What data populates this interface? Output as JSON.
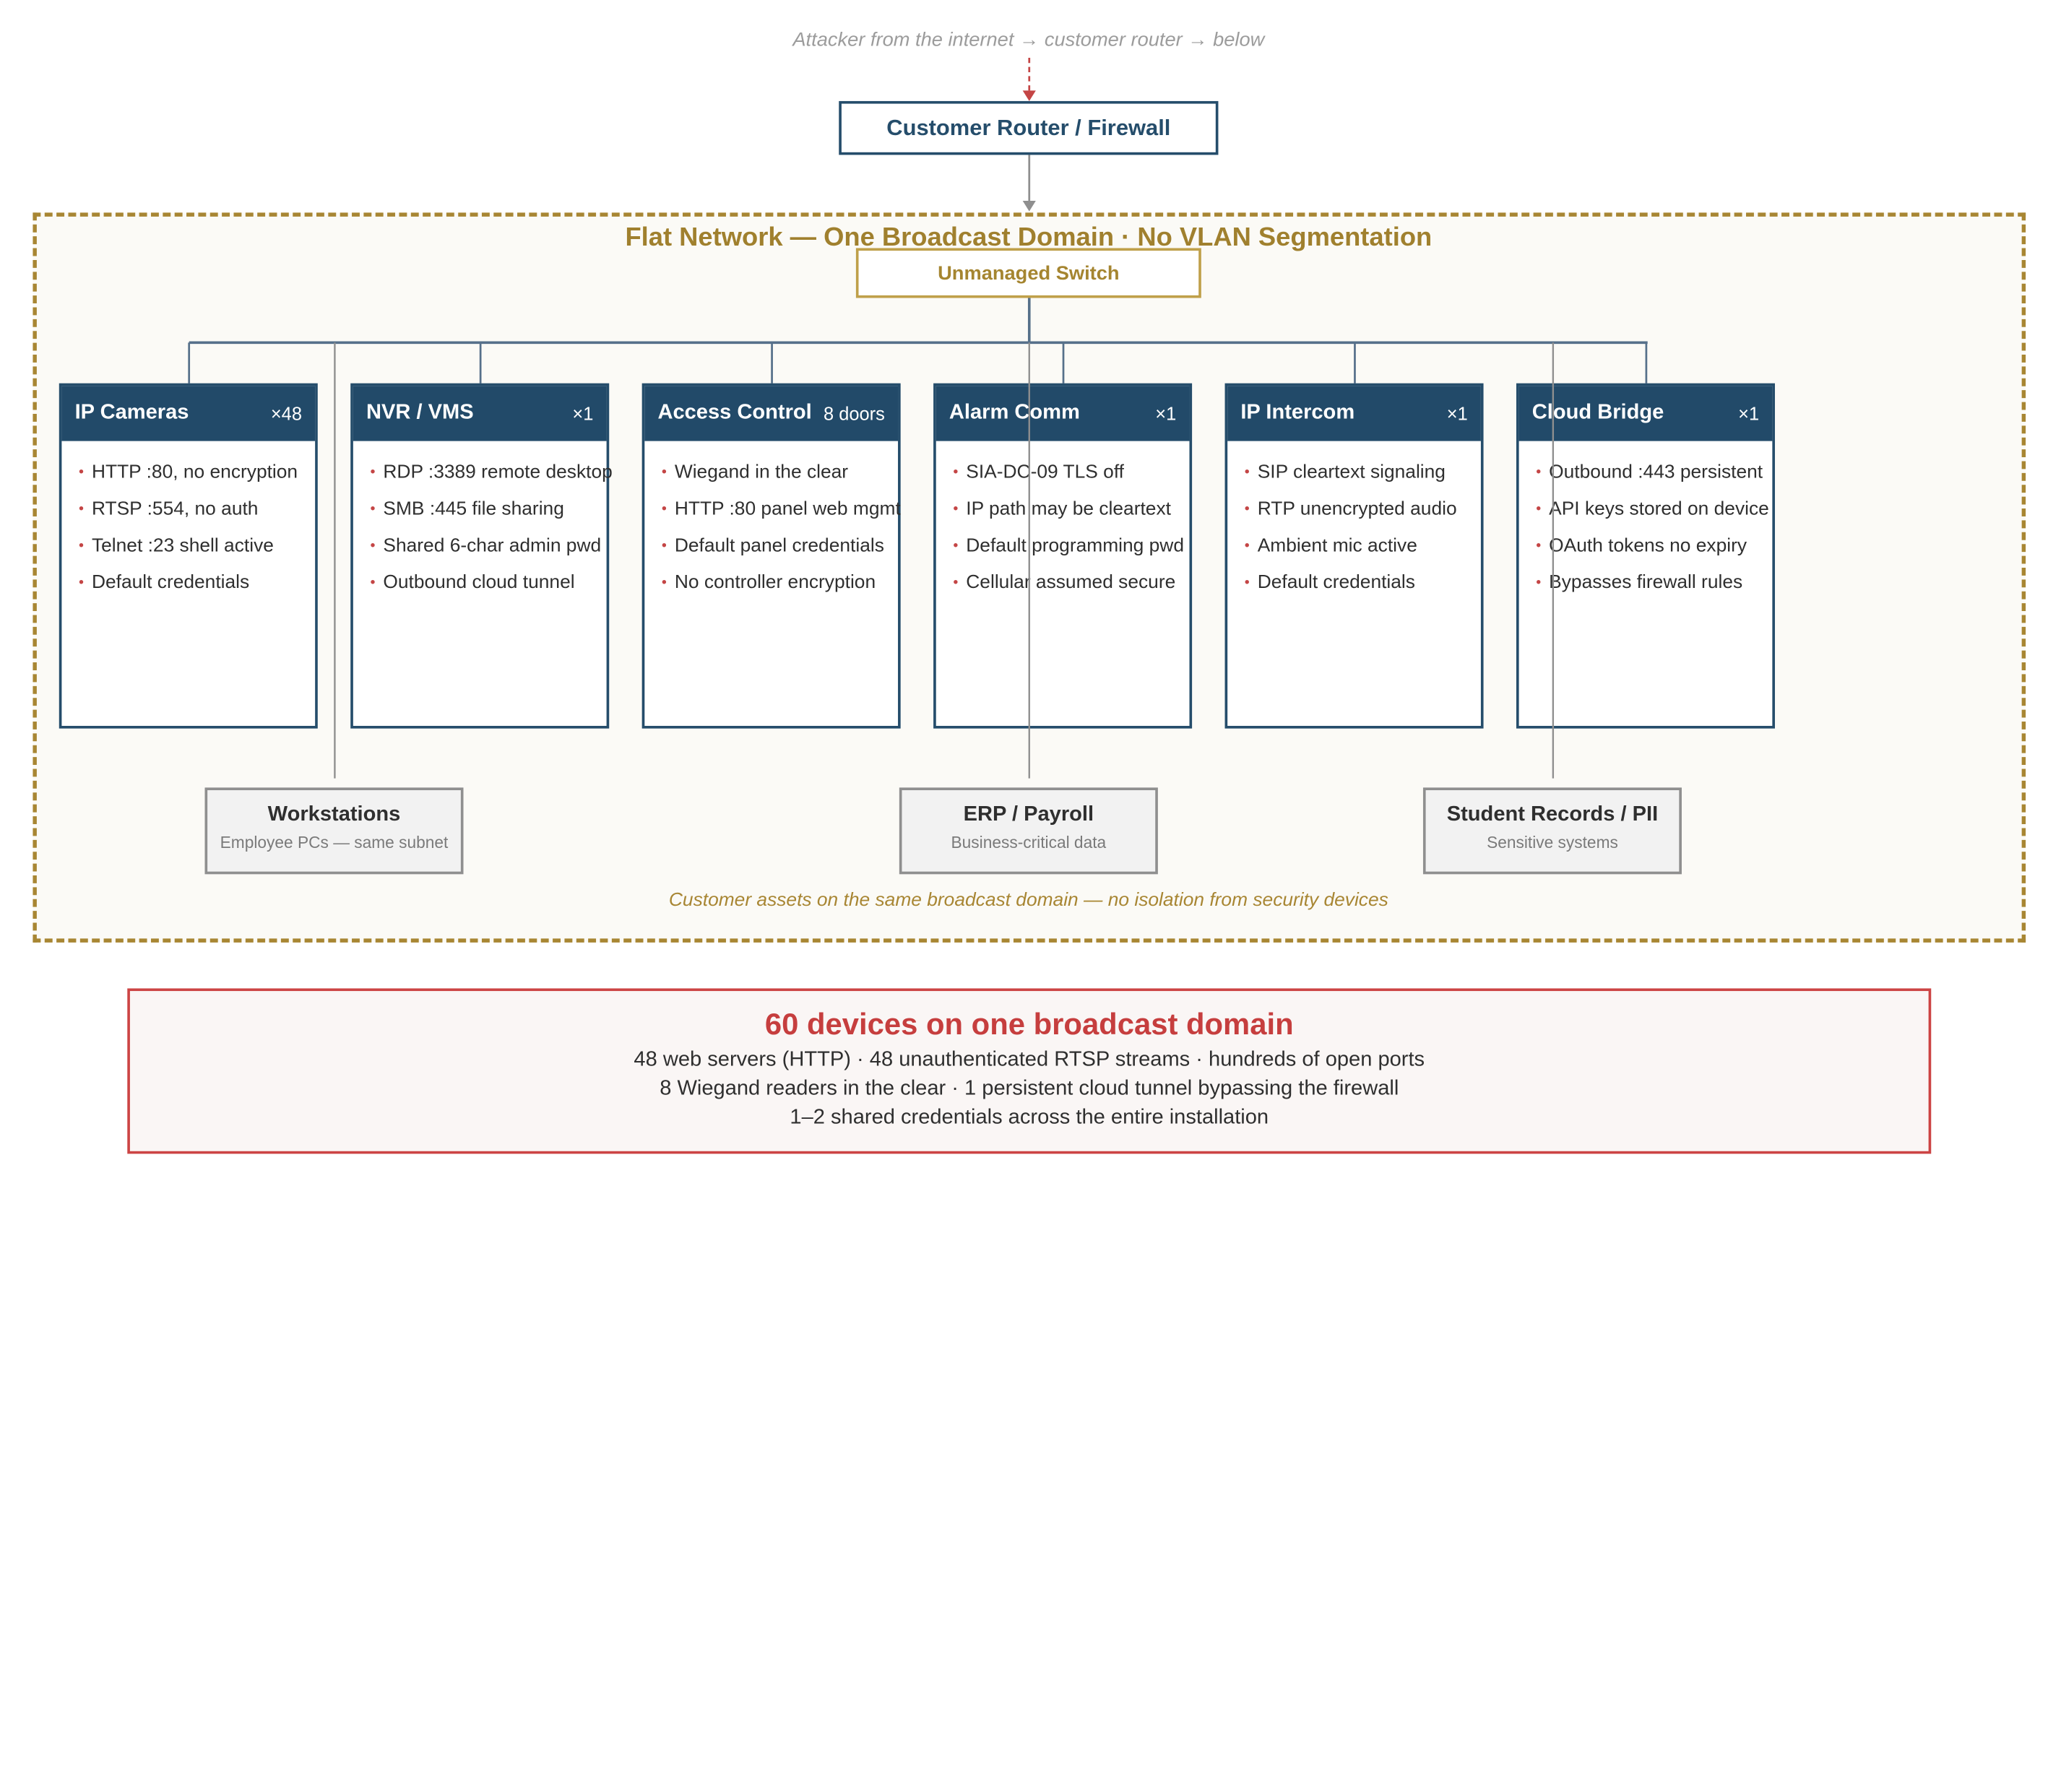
{
  "attacker_note": "Attacker from the internet → customer router → below",
  "router": {
    "label": "Customer Router / Firewall"
  },
  "zone": {
    "title": "Flat Network — One Broadcast Domain · No VLAN Segmentation",
    "footer": "Customer assets on the same broadcast domain — no isolation from security devices"
  },
  "switch": {
    "label": "Unmanaged Switch"
  },
  "devices": [
    {
      "title": "IP Cameras",
      "count": "×48",
      "items": [
        "HTTP :80, no encryption",
        "RTSP :554, no auth",
        "Telnet :23 shell active",
        "Default credentials"
      ]
    },
    {
      "title": "NVR / VMS",
      "count": "×1",
      "items": [
        "RDP :3389 remote desktop",
        "SMB :445 file sharing",
        "Shared 6-char admin pwd",
        "Outbound cloud tunnel"
      ]
    },
    {
      "title": "Access Control",
      "count": "8 doors",
      "items": [
        "Wiegand in the clear",
        "HTTP :80 panel web mgmt",
        "Default panel credentials",
        "No controller encryption"
      ]
    },
    {
      "title": "Alarm Comm",
      "count": "×1",
      "items": [
        "SIA-DC-09 TLS off",
        "IP path may be cleartext",
        "Default programming pwd",
        "Cellular assumed secure"
      ]
    },
    {
      "title": "IP Intercom",
      "count": "×1",
      "items": [
        "SIP cleartext signaling",
        "RTP unencrypted audio",
        "Ambient mic active",
        "Default credentials"
      ]
    },
    {
      "title": "Cloud Bridge",
      "count": "×1",
      "items": [
        "Outbound :443 persistent",
        "API keys stored on device",
        "OAuth tokens no expiry",
        "Bypasses firewall rules"
      ]
    }
  ],
  "assets": [
    {
      "title": "Workstations",
      "subtitle": "Employee PCs — same subnet"
    },
    {
      "title": "ERP / Payroll",
      "subtitle": "Business-critical data"
    },
    {
      "title": "Student Records / PII",
      "subtitle": "Sensitive systems"
    }
  ],
  "summary": {
    "title": "60 devices on one broadcast domain",
    "lines": [
      "48 web servers (HTTP) · 48 unauthenticated RTSP streams · hundreds of open ports",
      "8 Wiegand readers in the clear · 1 persistent cloud tunnel bypassing the firewall",
      "1–2 shared credentials across the entire installation"
    ]
  },
  "colors": {
    "navy": "#224a69",
    "gold": "#a88633",
    "red": "#c63e3e",
    "gray_line": "#8f8f8f"
  }
}
